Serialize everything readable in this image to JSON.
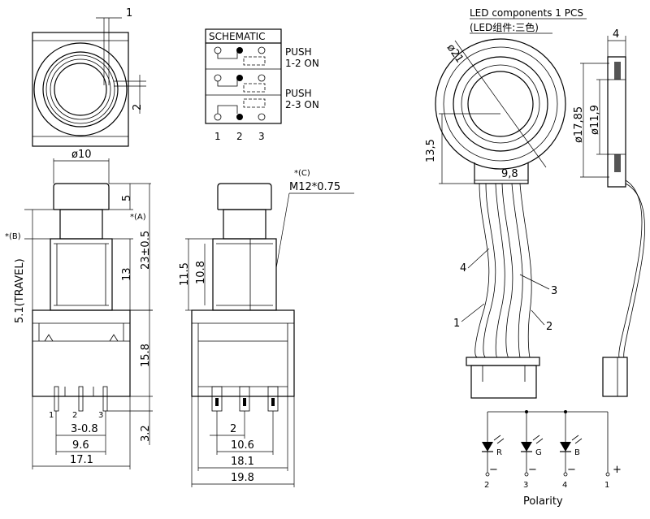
{
  "header": {
    "led_title": "LED components 1 PCS",
    "led_subtitle": "(LED组件:三色)"
  },
  "schematic": {
    "title": "SCHEMATIC",
    "push1_line1": "PUSH",
    "push1_line2": "1-2 ON",
    "push2_line1": "PUSH",
    "push2_line2": "2-3 ON",
    "pins": [
      "1",
      "2",
      "3"
    ]
  },
  "top_view": {
    "dim_1": "1",
    "dim_2": "2"
  },
  "front_view": {
    "dia_10": "ø10",
    "dim_5": "5",
    "note_a": "*(A)",
    "note_b": "*(B)",
    "dim_23": "23±0.5",
    "dim_13": "13",
    "travel": "5.1(TRAVEL)",
    "dim_15_8": "15.8",
    "dim_3_2": "3.2",
    "pin_labels": [
      "1",
      "2",
      "3"
    ],
    "dim_3_0_8": "3-0.8",
    "dim_9_6": "9.6",
    "dim_17_1": "17.1"
  },
  "side_view": {
    "note_c": "*(C)",
    "thread": "M12*0.75",
    "dim_11_5": "11.5",
    "dim_10_8": "10.8",
    "dim_2": "2",
    "dim_10_6": "10.6",
    "dim_18_1": "18.1",
    "dim_19_8": "19.8"
  },
  "led": {
    "dia_21": "ø21",
    "dim_13_5": "13,5",
    "dim_9_8": "9,8",
    "dim_4": "4",
    "dia_17_85": "ø17,85",
    "dia_11_9": "ø11,9",
    "wire_labels": [
      "4",
      "3",
      "1",
      "2"
    ]
  },
  "polarity": {
    "title": "Polarity",
    "led_labels": [
      "R",
      "G",
      "B"
    ],
    "pin_numbers": [
      "2",
      "3",
      "4",
      "1"
    ],
    "minus": "−",
    "plus": "+"
  }
}
